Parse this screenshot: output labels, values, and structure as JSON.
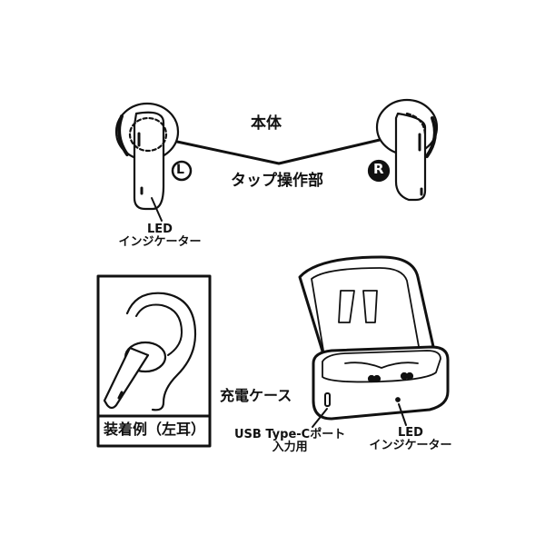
{
  "labels": {
    "body": "本体",
    "tap_area": "タップ操作部",
    "left_mark": "L",
    "right_mark": "R",
    "earbud_led_line1": "LED",
    "earbud_led_line2": "インジケーター",
    "wearing_example": "装着例（左耳）",
    "charging_case": "充電ケース",
    "usb_line1": "USB Type-Cポート",
    "usb_line2": "入力用",
    "case_led_line1": "LED",
    "case_led_line2": "インジケーター"
  },
  "colors": {
    "ink": "#111111",
    "background": "#ffffff"
  }
}
